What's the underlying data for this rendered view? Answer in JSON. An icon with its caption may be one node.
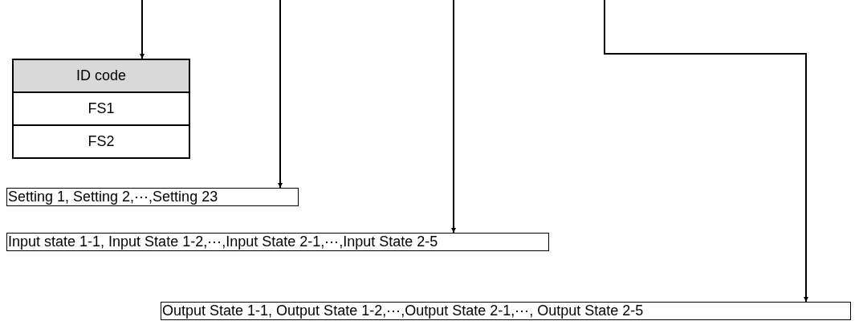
{
  "diagram": {
    "nodes": [
      {
        "text": [
          "ID code",
          "FS1",
          "FS2"
        ]
      },
      {
        "text": [
          "Setting 1, Setting 2,⋯,Setting 23"
        ]
      },
      {
        "text": [
          "Input state 1-1, Input State 1-2,⋯,Input State 2-1,⋯,Input State 2-5"
        ]
      },
      {
        "text": [
          "Output State 1-1, Output State 1-2,⋯,Output State 2-1,⋯, Output State 2-5"
        ]
      }
    ],
    "edges": [
      {
        "from": null,
        "to": 0,
        "arrow": "to"
      },
      {
        "from": null,
        "to": 1,
        "arrow": "to"
      },
      {
        "from": null,
        "to": 2,
        "arrow": "to"
      },
      {
        "from": null,
        "to": 3,
        "arrow": "to"
      }
    ]
  }
}
